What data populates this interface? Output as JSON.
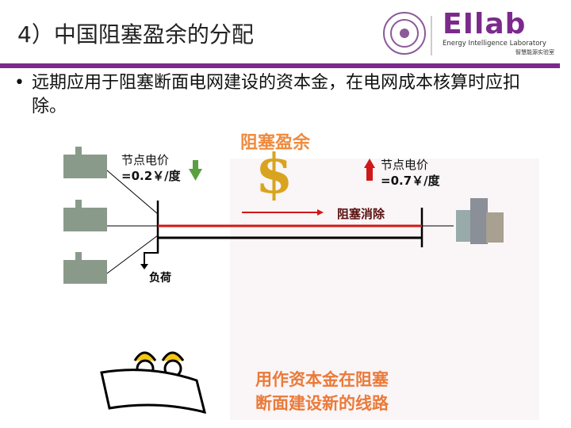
{
  "title": "4）中国阻塞盈余的分配",
  "logo": {
    "name": "EIlab",
    "subtitle_en": "Energy Intelligence Laboratory",
    "subtitle_cn": "智慧能源实验室"
  },
  "bullet": {
    "symbol": "•",
    "text": "远期应用于阻塞断面电网建设的资本金，在电网成本核算时应扣除。"
  },
  "diagram": {
    "surplus_label": "阻塞盈余",
    "dollar": "$",
    "left_price_label": "节点电价",
    "left_price_value": "=0.2￥/度",
    "right_price_label": "节点电价",
    "right_price_value": "=0.7￥/度",
    "clear_label": "阻塞消除",
    "load_label": "负荷",
    "use_line1": "用作资本金在阻塞",
    "use_line2": "断面建设新的线路"
  },
  "colors": {
    "accent": "#7b2a8c",
    "orange": "#ea7a3a",
    "red": "#d01818",
    "green": "#5aa040"
  }
}
